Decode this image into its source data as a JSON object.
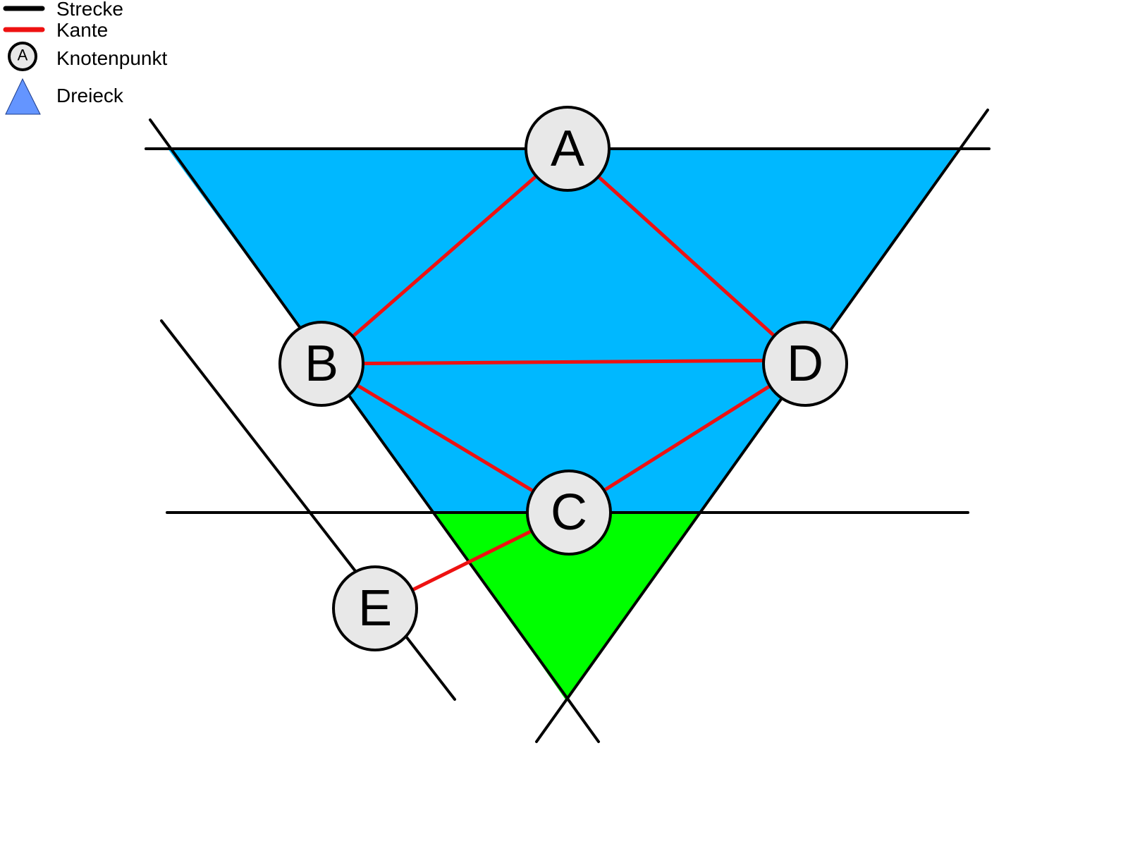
{
  "legend": {
    "strecke": "Strecke",
    "kante": "Kante",
    "knotenpunkt": "Knotenpunkt",
    "knotenpunkt_symbol": "A",
    "dreieck": "Dreieck"
  },
  "nodes": {
    "a": "A",
    "b": "B",
    "c": "C",
    "d": "D",
    "e": "E"
  },
  "colors": {
    "upper_region": "#00b8ff",
    "lower_region": "#00ff00",
    "legend_triangle": "#6495ff",
    "strecke": "#000000",
    "kante": "#ee1111",
    "node_fill": "#e8e8e8"
  }
}
